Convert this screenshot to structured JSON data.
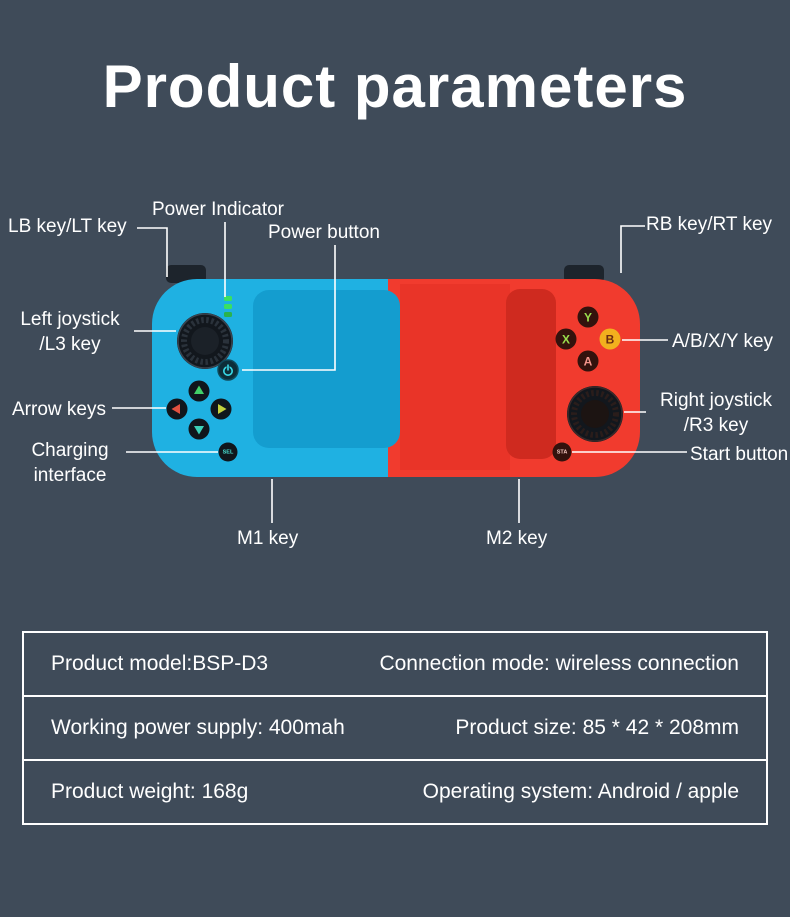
{
  "page": {
    "title": "Product parameters",
    "bg_color": "#3f4b59",
    "text_color": "#ffffff"
  },
  "callouts": {
    "power_indicator": "Power Indicator",
    "lb_key": "LB key/LT key",
    "power_button": "Power button",
    "rb_key": "RB key/RT key",
    "left_joystick_line1": "Left joystick",
    "left_joystick_line2": "/L3 key",
    "abxy_key": "A/B/X/Y key",
    "arrow_keys": "Arrow keys",
    "right_joystick_line1": "Right joystick",
    "right_joystick_line2": "/R3 key",
    "charging_line1": "Charging",
    "charging_line2": "interface",
    "start_button": "Start button",
    "m1_key": "M1 key",
    "m2_key": "M2 key"
  },
  "controller": {
    "buttons": {
      "y": "Y",
      "x": "X",
      "b": "B",
      "a": "A",
      "select": "SEL",
      "start": "STA"
    },
    "colors": {
      "left_body": "#1fb1e2",
      "left_panel": "#149dcf",
      "right_body": "#f13b2e",
      "right_panel": "#e93428",
      "right_panel_dark": "#cf2a1f",
      "indicator_green": "#3ae061",
      "b_button_yellow": "#f2b01e",
      "callout_line": "#ffffff"
    }
  },
  "spec_table": {
    "rows": [
      {
        "left": "Product model:BSP-D3",
        "right": "Connection mode: wireless connection"
      },
      {
        "left": "Working power supply: 400mah",
        "right": "Product size: 85 * 42 * 208mm"
      },
      {
        "left": "Product weight: 168g",
        "right": "Operating system: Android / apple"
      }
    ]
  }
}
